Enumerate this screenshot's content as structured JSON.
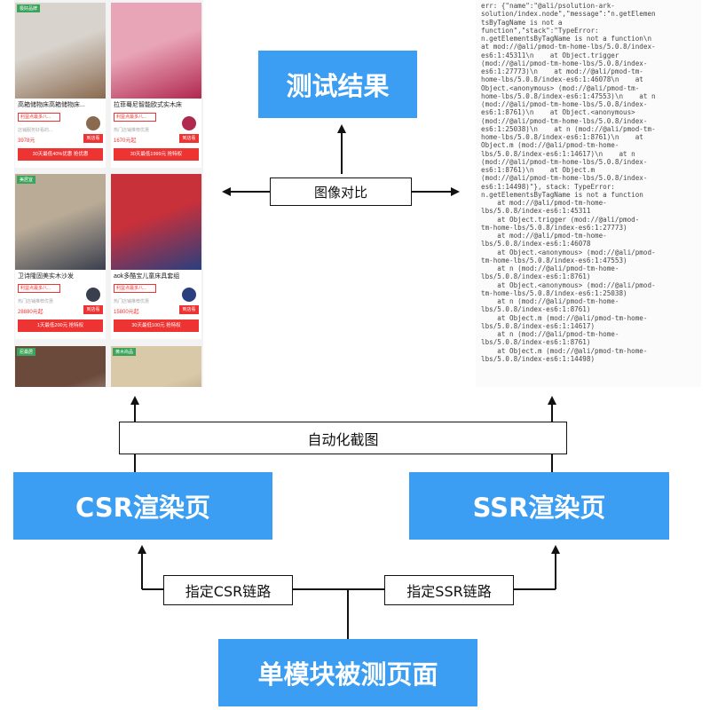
{
  "nodes": {
    "result": "测试结果",
    "csr": "CSR渲染页",
    "ssr": "SSR渲染页",
    "page": "单模块被测页面"
  },
  "labels": {
    "compare": "图像对比",
    "screenshot": "自动化截图",
    "csr_link": "指定CSR链路",
    "ssr_link": "指定SSR链路"
  },
  "colors": {
    "box": "#3b9ef2",
    "text_on_box": "#ffffff",
    "line": "#111111"
  },
  "csr_screenshot": {
    "products": [
      {
        "badge": "极好品牌",
        "title": "高箱储物床高箱储物床...",
        "tag": "利益点最多八...",
        "meta": "店铺服务好看的...",
        "price": "3978元",
        "button": "到店看",
        "cta": "30天最低40%优惠 抢优惠",
        "colors": [
          "#d8d3cc",
          "#8a6a4f"
        ]
      },
      {
        "badge": "",
        "title": "拉菲蓦尼智能欧式实木床",
        "tag": "利益点最多八...",
        "meta": "热门店铺推荐优惠",
        "price": "1670元起",
        "button": "到店看",
        "cta": "30天最低1999元 抢特权",
        "colors": [
          "#e9a5b8",
          "#b1284f"
        ]
      },
      {
        "badge": "美居宜",
        "title": "卫诗隆固美实木沙发",
        "tag": "利益点最多八...",
        "meta": "热门店铺推荐优惠",
        "price": "28880元起",
        "button": "到店看",
        "cta": "1天最低200元 抢特权",
        "colors": [
          "#b9ab96",
          "#3a3f4e"
        ]
      },
      {
        "badge": "",
        "title": "aok多酷宝儿童床具套组",
        "tag": "利益点最多八...",
        "meta": "热门店铺推荐优惠",
        "price": "15800元起",
        "button": "到店看",
        "cta": "30天最低100元 抢特权",
        "colors": [
          "#c8303a",
          "#2a3f7e"
        ]
      },
      {
        "badge": "尼桑居",
        "title": "",
        "tag": "",
        "meta": "",
        "price": "",
        "button": "",
        "cta": "",
        "colors": [
          "#6b4a3c",
          "#e8e2d8"
        ]
      },
      {
        "badge": "黄木尚品",
        "title": "",
        "tag": "",
        "meta": "",
        "price": "",
        "button": "",
        "cta": "",
        "colors": [
          "#d9c9a8",
          "#8a7a5a"
        ]
      }
    ]
  },
  "ssr_screenshot": {
    "error_text": "err: {\"name\":\"@ali/psolution-ark-\nsolution/index.node\",\"message\":\"n.getElemen\ntsByTagName is not a\nfunction\",\"stack\":\"TypeError:\nn.getElementsByTagName is not a function\\n\nat mod://@ali/pmod-tm-home-lbs/5.0.8/index-\nes6:1:45311\\n    at Object.trigger\n(mod://@ali/pmod-tm-home-lbs/5.0.8/index-\nes6:1:27773)\\n    at mod://@ali/pmod-tm-\nhome-lbs/5.0.8/index-es6:1:46078\\n    at\nObject.<anonymous> (mod://@ali/pmod-tm-\nhome-lbs/5.0.8/index-es6:1:47553)\\n    at n\n(mod://@ali/pmod-tm-home-lbs/5.0.8/index-\nes6:1:8761)\\n    at Object.<anonymous>\n(mod://@ali/pmod-tm-home-lbs/5.0.8/index-\nes6:1:25038)\\n    at n (mod://@ali/pmod-tm-\nhome-lbs/5.0.8/index-es6:1:8761)\\n    at\nObject.m (mod://@ali/pmod-tm-home-\nlbs/5.0.8/index-es6:1:14617)\\n    at n\n(mod://@ali/pmod-tm-home-lbs/5.0.8/index-\nes6:1:8761)\\n    at Object.m\n(mod://@ali/pmod-tm-home-lbs/5.0.8/index-\nes6:1:14498)\"}, stack: TypeError:\nn.getElementsByTagName is not a function\n    at mod://@ali/pmod-tm-home-\nlbs/5.0.8/index-es6:1:45311\n    at Object.trigger (mod://@ali/pmod-\ntm-home-lbs/5.0.8/index-es6:1:27773)\n    at mod://@ali/pmod-tm-home-\nlbs/5.0.8/index-es6:1:46078\n    at Object.<anonymous> (mod://@ali/pmod-\ntm-home-lbs/5.0.8/index-es6:1:47553)\n    at n (mod://@ali/pmod-tm-home-\nlbs/5.0.8/index-es6:1:8761)\n    at Object.<anonymous> (mod://@ali/pmod-\ntm-home-lbs/5.0.8/index-es6:1:25038)\n    at n (mod://@ali/pmod-tm-home-\nlbs/5.0.8/index-es6:1:8761)\n    at Object.m (mod://@ali/pmod-tm-home-\nlbs/5.0.8/index-es6:1:14617)\n    at n (mod://@ali/pmod-tm-home-\nlbs/5.0.8/index-es6:1:8761)\n    at Object.m (mod://@ali/pmod-tm-home-\nlbs/5.0.8/index-es6:1:14498)"
  }
}
